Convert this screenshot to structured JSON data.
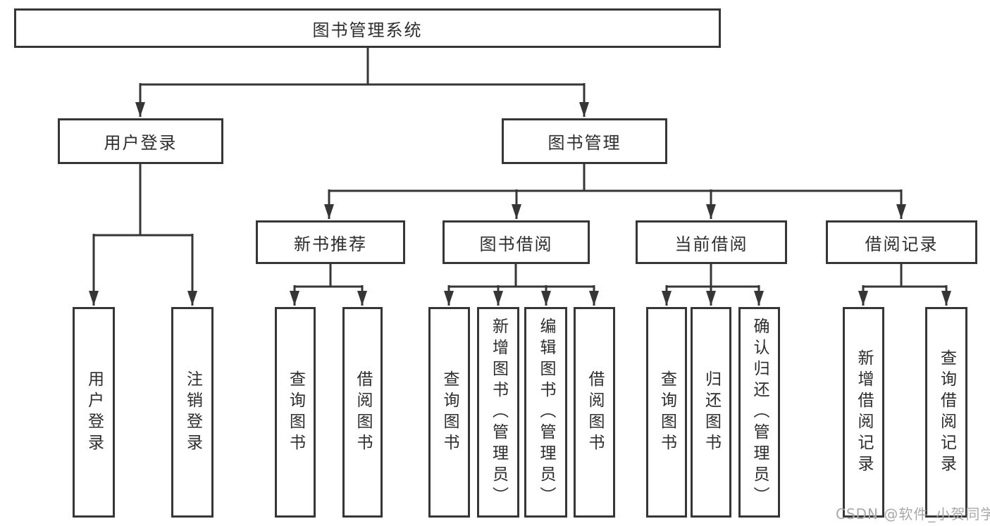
{
  "diagram": {
    "title": "图书管理系统",
    "type": "function-structure-tree",
    "watermark": "CSDN @软件_小贺同学",
    "colors": {
      "line": "#363636",
      "box_border": "#363636",
      "box_background": "#ffffff",
      "text": "#2d2d2d",
      "watermark": "#a8a8a8",
      "page_background": "#ffffff"
    }
  },
  "tree": {
    "root": {
      "label": "图书管理系统"
    },
    "level2": [
      {
        "label": "用户登录",
        "parent": "图书管理系统"
      },
      {
        "label": "图书管理",
        "parent": "图书管理系统"
      }
    ],
    "level3": [
      {
        "label": "新书推荐",
        "parent": "图书管理"
      },
      {
        "label": "图书借阅",
        "parent": "图书管理"
      },
      {
        "label": "当前借阅",
        "parent": "图书管理"
      },
      {
        "label": "借阅记录",
        "parent": "图书管理"
      }
    ],
    "leaves": [
      {
        "label": "用户登录",
        "parent": "用户登录"
      },
      {
        "label": "注销登录",
        "parent": "用户登录"
      },
      {
        "label": "查询图书",
        "parent": "新书推荐"
      },
      {
        "label": "借阅图书",
        "parent": "新书推荐"
      },
      {
        "label": "查询图书",
        "parent": "图书借阅"
      },
      {
        "label": "新增图书（管理员）",
        "parent": "图书借阅"
      },
      {
        "label": "编辑图书（管理员）",
        "parent": "图书借阅"
      },
      {
        "label": "借阅图书",
        "parent": "图书借阅"
      },
      {
        "label": "查询图书",
        "parent": "当前借阅"
      },
      {
        "label": "归还图书",
        "parent": "当前借阅"
      },
      {
        "label": "确认归还（管理员）",
        "parent": "当前借阅"
      },
      {
        "label": "新增借阅记录",
        "parent": "借阅记录"
      },
      {
        "label": "查询借阅记录",
        "parent": "借阅记录"
      }
    ]
  }
}
